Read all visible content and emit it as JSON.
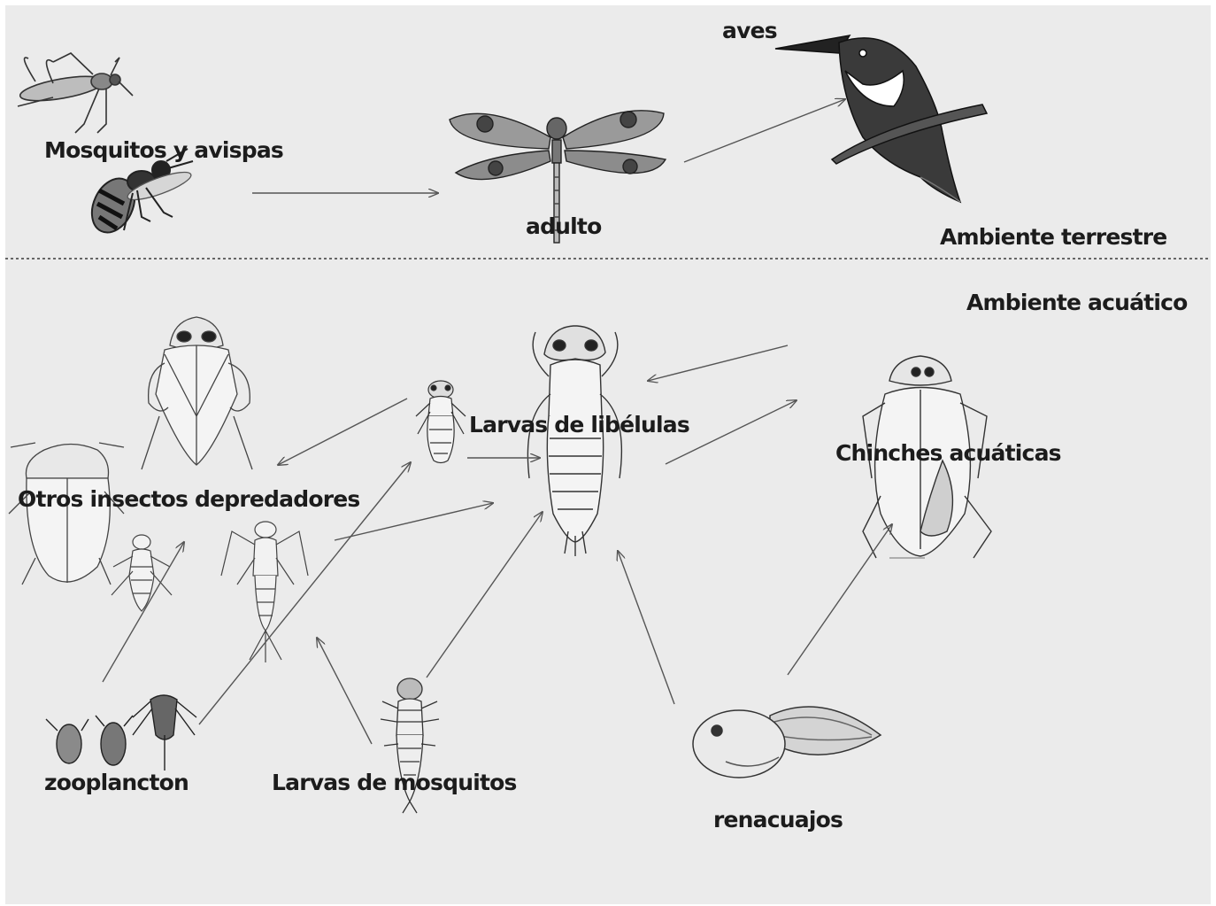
{
  "diagram": {
    "environments": {
      "terrestrial": "Ambiente terrestre",
      "aquatic": "Ambiente acuático"
    },
    "nodes": {
      "mosquitos_avispas": "Mosquitos y avispas",
      "adulto": "adulto",
      "aves": "aves",
      "larvas_libelulas": "Larvas de libélulas",
      "chinches": "Chinches acuáticas",
      "otros_depredadores": "Otros insectos depredadores",
      "zooplancton": "zooplancton",
      "larvas_mosquitos": "Larvas de mosquitos",
      "renacuajos": "renacuajos"
    },
    "icons": [
      "mosquito-icon",
      "wasp-icon",
      "dragonfly-icon",
      "kingfisher-icon",
      "dragonfly-larva-icon",
      "water-bug-icon",
      "beetle-icon",
      "nymph-icon",
      "zooplankton-icon",
      "mosquito-larva-icon",
      "tadpole-icon"
    ],
    "colors": {
      "background": "#ebebeb",
      "ink": "#1c1c1c",
      "arrow": "#555555"
    }
  }
}
